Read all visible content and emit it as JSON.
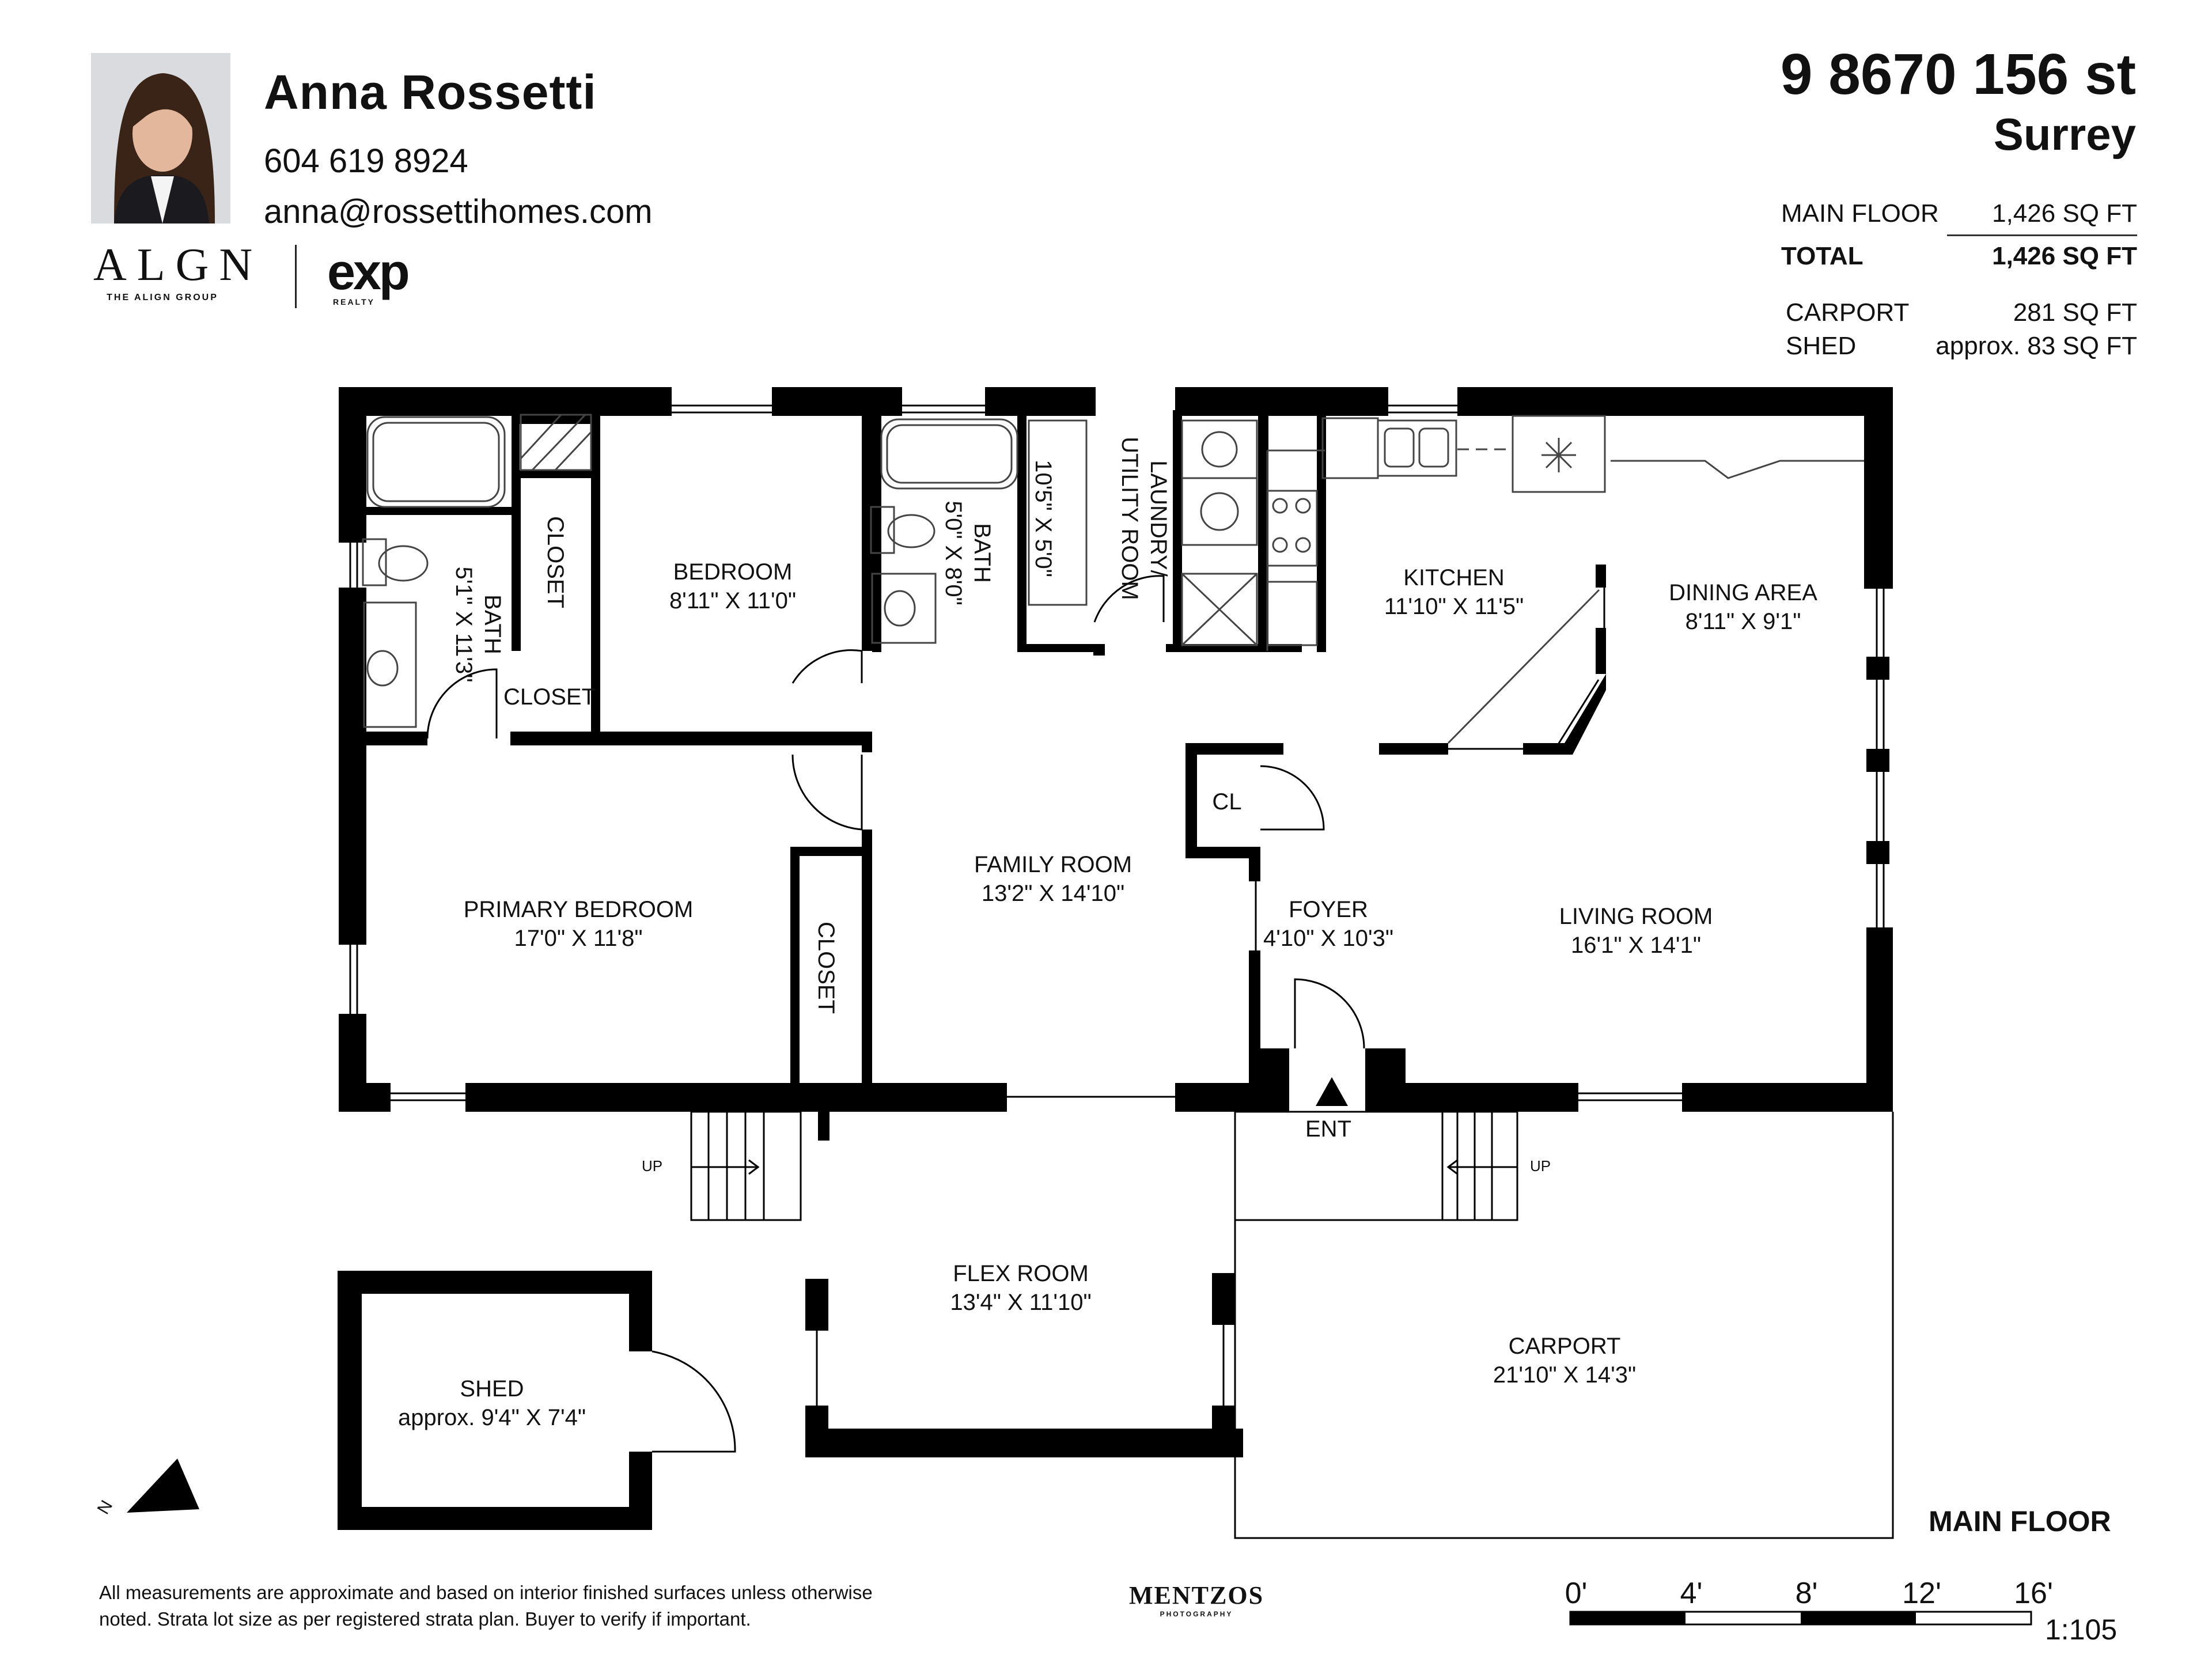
{
  "agent": {
    "name": "Anna Rossetti",
    "phone": "604 619 8924",
    "email": "anna@rossettihomes.com",
    "photo_icon": "agent-portrait"
  },
  "brand": {
    "align_name": "ALGN",
    "align_tagline": "THE ALIGN GROUP",
    "exp_name": "exp",
    "exp_tagline": "REALTY"
  },
  "property": {
    "address_line1": "9 8670 156 st",
    "address_line2": "Surrey"
  },
  "areas": {
    "main_floor_label": "MAIN FLOOR",
    "main_floor_value": "1,426 SQ FT",
    "total_label": "TOTAL",
    "total_value": "1,426 SQ FT",
    "carport_label": "CARPORT",
    "carport_value": "281 SQ FT",
    "shed_label": "SHED",
    "shed_value": "approx. 83 SQ FT"
  },
  "rooms": {
    "bath1_name": "BATH",
    "bath1_size": "5'1\" X 11'3\"",
    "closet1": "CLOSET",
    "closet2": "CLOSET",
    "bedroom_name": "BEDROOM",
    "bedroom_size": "8'11\" X 11'0\"",
    "bath2_name": "BATH",
    "bath2_size": "5'0\" X 8'0\"",
    "laundry_name": "LAUNDRY/\nUTILITY ROOM",
    "laundry_size": "10'5\" X 5'0\"",
    "kitchen_name": "KITCHEN",
    "kitchen_size": "11'10\" X 11'5\"",
    "dining_name": "DINING AREA",
    "dining_size": "8'11\" X 9'1\"",
    "cl": "CL",
    "family_name": "FAMILY ROOM",
    "family_size": "13'2\" X 14'10\"",
    "primary_name": "PRIMARY BEDROOM",
    "primary_size": "17'0\" X 11'8\"",
    "closet3": "CLOSET",
    "foyer_name": "FOYER",
    "foyer_size": "4'10\" X 10'3\"",
    "living_name": "LIVING ROOM",
    "living_size": "16'1\" X 14'1\"",
    "ent": "ENT",
    "up_left": "UP",
    "up_right": "UP",
    "flex_name": "FLEX ROOM",
    "flex_size": "13'4\" X 11'10\"",
    "carport_name": "CARPORT",
    "carport_size": "21'10\" X 14'3\"",
    "shed_name": "SHED",
    "shed_size": "approx. 9'4\" X 7'4\""
  },
  "compass": {
    "label": "N"
  },
  "floor_title": "MAIN FLOOR",
  "disclaimer": {
    "line1": "All measurements are approximate and based on interior finished surfaces unless otherwise",
    "line2": "noted. Strata lot size as per registered strata plan. Buyer to verify if important."
  },
  "photographer": {
    "name": "MENTZOS",
    "tagline": "PHOTOGRAPHY"
  },
  "scale_bar": {
    "ticks": [
      "0'",
      "4'",
      "8'",
      "12'",
      "16'"
    ],
    "ratio": "1:105"
  },
  "colors": {
    "wall": "#000000",
    "fixture": "#555555",
    "background": "#ffffff"
  }
}
